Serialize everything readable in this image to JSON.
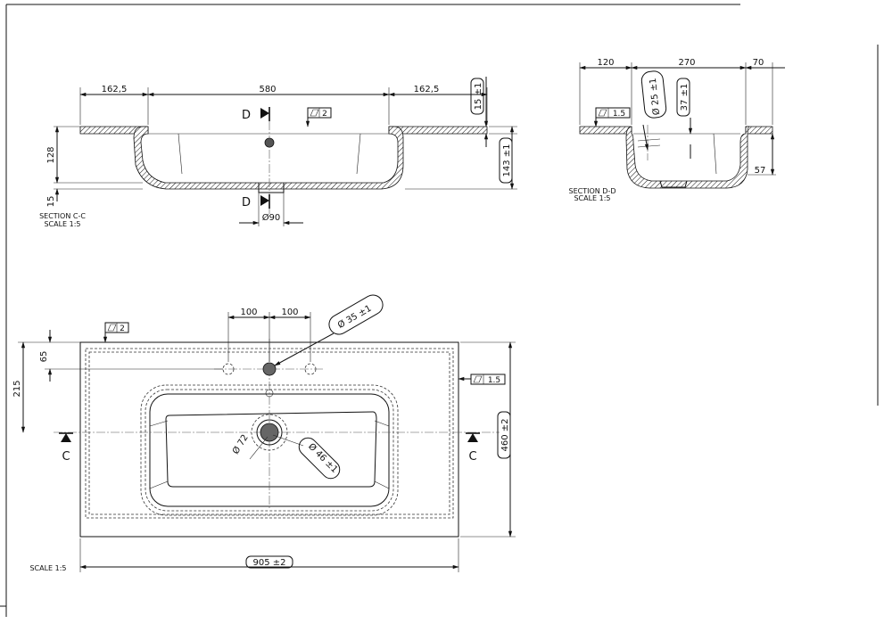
{
  "section_cc": {
    "dims": {
      "left": "162,5",
      "middle": "580",
      "right": "162,5",
      "height": "128",
      "bottom": "15",
      "thk": "15 ±1",
      "total_h": "143 ±1",
      "drain": "Ø90"
    },
    "flatness": "2",
    "cut_letter": "D",
    "title": "SECTION C-C",
    "scale": "SCALE 1:5"
  },
  "section_dd": {
    "dims": {
      "left": "120",
      "middle": "270",
      "right": "70",
      "hole": "Ø 25 ±1",
      "depth": "37 ±1",
      "side": "57"
    },
    "flatness": "1.5",
    "title": "SECTION D-D",
    "scale": "SCALE 1:5"
  },
  "plan": {
    "dims": {
      "hole_spacing_left": "100",
      "hole_spacing_right": "100",
      "tap_hole": "Ø 35 ±1",
      "edge_offset": "65",
      "to_center": "215",
      "depth": "460 ±2",
      "width": "905 ±2",
      "drain_outer": "Ø 72",
      "drain_inner": "Ø 46 ±1"
    },
    "flatness_top": "2",
    "flatness_right": "1.5",
    "cut_letter": "C",
    "scale": "SCALE 1:5"
  }
}
